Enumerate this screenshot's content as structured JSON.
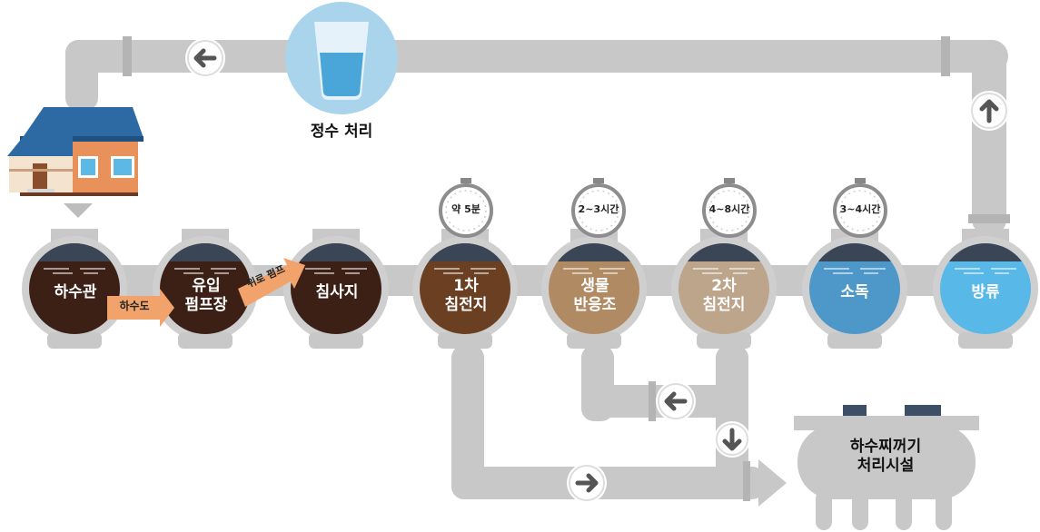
{
  "purification": {
    "label": "정수 처리"
  },
  "tanks": [
    {
      "id": "sewer-pipe",
      "label": "하수관"
    },
    {
      "id": "inflow-pump",
      "label": "유입\n펌프장"
    },
    {
      "id": "grit",
      "label": "침사지"
    },
    {
      "id": "primary-clarifier",
      "label": "1차\n침전지"
    },
    {
      "id": "bioreactor",
      "label": "생물\n반응조"
    },
    {
      "id": "secondary-clarifier",
      "label": "2차\n침전지"
    },
    {
      "id": "disinfection",
      "label": "소독"
    },
    {
      "id": "discharge",
      "label": "방류"
    }
  ],
  "arrows": {
    "sewer": "하수도",
    "pump_up": "위로 펌프"
  },
  "timers": [
    "약 5분",
    "2~3시간",
    "4~8시간",
    "3~4시간"
  ],
  "sludge": {
    "label": "하수찌꺼기\n처리시설"
  },
  "colors": {
    "pipe": "#c8c8c8",
    "pipe_dark": "#b4b4b4",
    "arrow_badge": "#ffffff",
    "arrow_fg": "#555555",
    "orange": "#f2a36b",
    "water_blue": "#4aa5d8",
    "water_light": "#a9d4ec",
    "dark_brown": "#3c2016",
    "brown": "#6b3f22",
    "tan": "#b08a63",
    "light_tan": "#bca58a",
    "mid_blue": "#4d97c9",
    "light_blue": "#58b8e8",
    "roof": "#2d6aa3",
    "brick": "#e8915b"
  }
}
